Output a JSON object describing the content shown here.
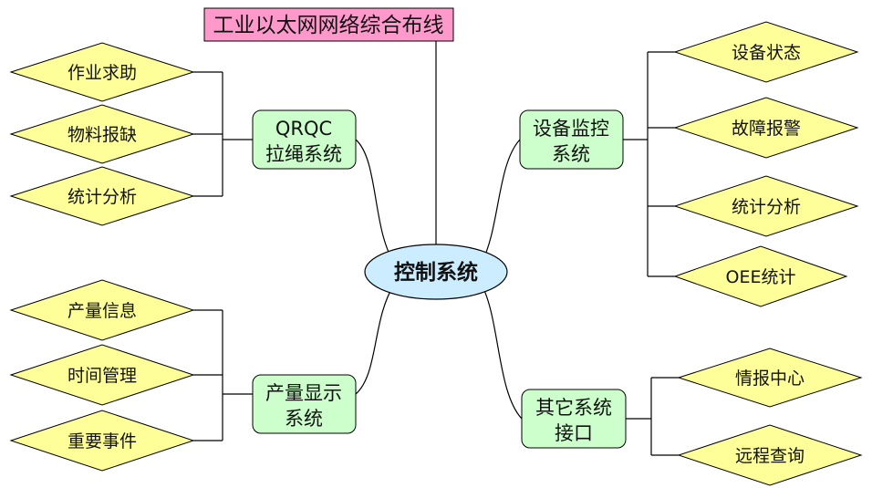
{
  "title": "工业以太网网络综合布线",
  "center": "控制系统",
  "branches": {
    "qrqc": {
      "line1": "QRQC",
      "line2": "拉绳系统",
      "leaves": [
        "作业求助",
        "物料报缺",
        "统计分析"
      ]
    },
    "production": {
      "line1": "产量显示",
      "line2": "系统",
      "leaves": [
        "产量信息",
        "时间管理",
        "重要事件"
      ]
    },
    "equipment": {
      "line1": "设备监控",
      "line2": "系统",
      "leaves": [
        "设备状态",
        "故障报警",
        "统计分析",
        "OEE统计"
      ]
    },
    "other": {
      "line1": "其它系统",
      "line2": "接口",
      "leaves": [
        "情报中心",
        "远程查询"
      ]
    }
  },
  "colors": {
    "leaf_fill": "#ffff99",
    "mid_fill": "#ccffcc",
    "center_fill": "#ccecff",
    "title_fill": "#ff99cc",
    "stroke": "#000000"
  }
}
